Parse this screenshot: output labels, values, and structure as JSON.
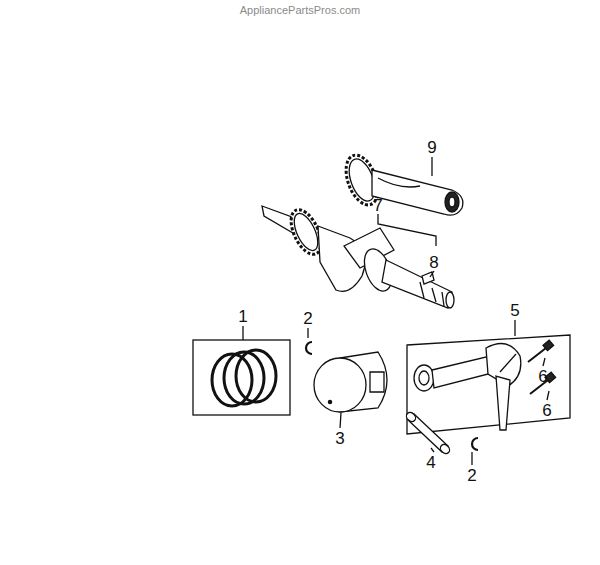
{
  "diagram": {
    "labels": [
      "AppliancePartsPros.com",
      "9",
      "7",
      "8",
      "1",
      "2",
      "5",
      "3",
      "6",
      "6",
      "4",
      "2"
    ]
  }
}
